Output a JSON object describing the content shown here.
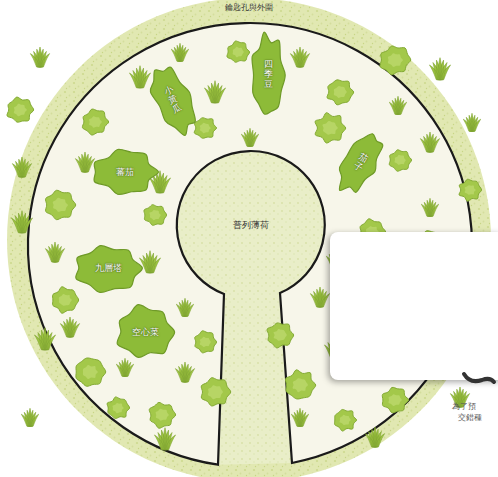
{
  "diagram": {
    "nodes": [
      {
        "text": [
          "鑰匙孔與外圍"
        ]
      },
      {
        "text": [
          "小黃瓜"
        ],
        "in": 0
      },
      {
        "text": [
          "四季豆"
        ],
        "in": 0
      },
      {
        "text": [
          "茄子"
        ],
        "in": 0
      },
      {
        "text": [
          "蕃茄"
        ],
        "in": 0
      },
      {
        "text": [
          "普列薄荷"
        ],
        "in": 0
      },
      {
        "text": [
          "九層塔"
        ],
        "in": 0
      },
      {
        "text": [
          "空心菜"
        ],
        "in": 0
      }
    ],
    "labels": [
      "為了預",
      "交錯種"
    ]
  }
}
